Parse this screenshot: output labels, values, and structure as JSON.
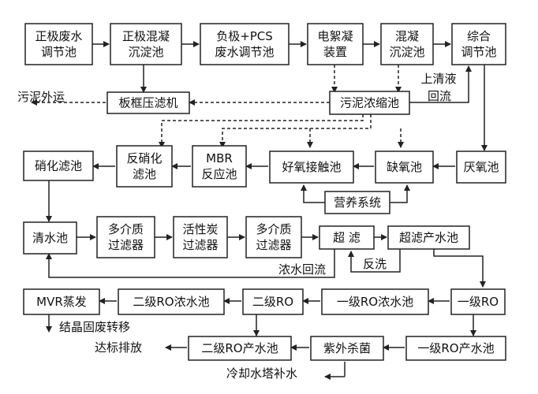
{
  "nodes": {
    "pos_wastewater": [
      "正极废水",
      "调节池"
    ],
    "pos_coag": [
      "正极混凝",
      "沉淀池"
    ],
    "neg_pcs": [
      "负极+PCS",
      "废水调节池"
    ],
    "electro": [
      "电絮凝",
      "装置"
    ],
    "coag_sed": [
      "混凝",
      "沉淀池"
    ],
    "equal": [
      "综合",
      "调节池"
    ],
    "filter_press": [
      "板框压滤机"
    ],
    "sludge_thick": [
      "污泥浓缩池"
    ],
    "nitrif_filter": [
      "硝化滤池"
    ],
    "denitrif_filter": [
      "反硝化",
      "滤池"
    ],
    "mbr": [
      "MBR",
      "反应池"
    ],
    "aerobic": [
      "好氧接触池"
    ],
    "anoxic": [
      "缺氧池"
    ],
    "anaerobic": [
      "厌氧池"
    ],
    "nutrient": [
      "营养系统"
    ],
    "clear_pool": [
      "清水池"
    ],
    "multi_media_1": [
      "多介质",
      "过滤器"
    ],
    "carbon": [
      "活性炭",
      "过滤器"
    ],
    "multi_media_2": [
      "多介质",
      "过滤器"
    ],
    "uf": [
      "超  滤"
    ],
    "uf_product": [
      "超滤产水池"
    ],
    "mvr": [
      "MVR蒸发"
    ],
    "ro2_conc": [
      "二级RO浓水池"
    ],
    "ro2": [
      "二级RO"
    ],
    "ro1_conc": [
      "一级RO浓水池"
    ],
    "ro1": [
      "一级RO"
    ],
    "ro2_product": [
      "二级RO产水池"
    ],
    "uv": [
      "紫外杀菌"
    ],
    "ro1_product": [
      "一级RO产水池"
    ]
  },
  "labels": {
    "sludge_out": "污泥外运",
    "supernatant": [
      "上清液",
      "回流"
    ],
    "conc_return": "浓水回流",
    "backwash": "反洗",
    "crystal": "结晶固废转移",
    "discharge": "达标排放",
    "cooling": "冷却水塔补水"
  }
}
